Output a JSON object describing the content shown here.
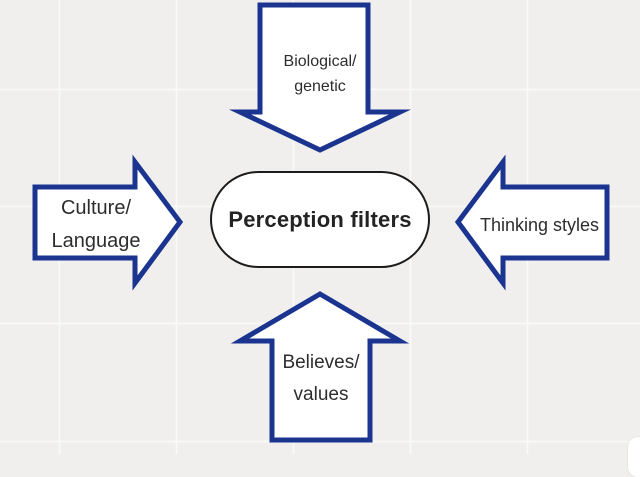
{
  "colors": {
    "background": "#f0efee",
    "arrow_border": "#1a3490",
    "arrow_fill": "#ffffff",
    "pill_border": "#1c1c1c",
    "pill_fill": "#ffffff",
    "label_text": "#2d2d2d",
    "title_text": "#232323"
  },
  "diagram": {
    "center": {
      "label": "Perception filters"
    },
    "arrows": [
      {
        "id": "top",
        "direction": "down",
        "lines": [
          "Biological/",
          "genetic"
        ]
      },
      {
        "id": "left",
        "direction": "right",
        "lines": [
          "Culture/",
          "Language"
        ]
      },
      {
        "id": "right",
        "direction": "left",
        "lines": [
          "Thinking styles"
        ]
      },
      {
        "id": "bottom",
        "direction": "up",
        "lines": [
          "Believes/",
          "values"
        ]
      }
    ]
  }
}
